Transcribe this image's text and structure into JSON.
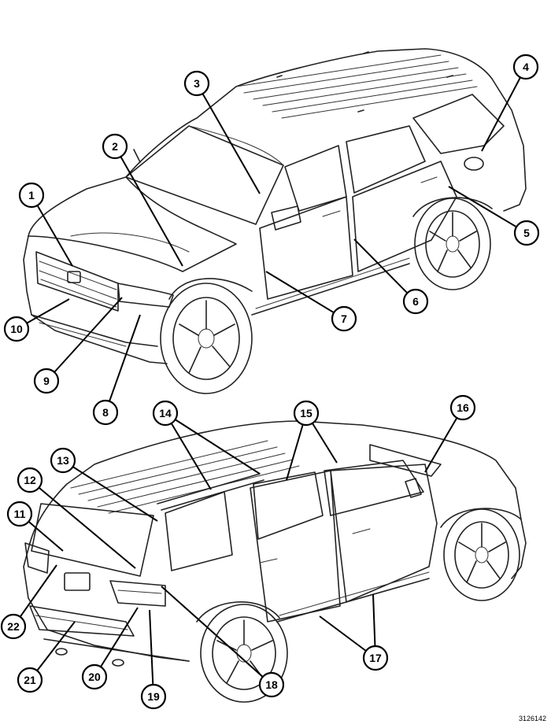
{
  "figure_id": "3126142",
  "callouts": [
    "1",
    "2",
    "3",
    "4",
    "5",
    "6",
    "7",
    "8",
    "9",
    "10",
    "11",
    "12",
    "13",
    "14",
    "15",
    "16",
    "17",
    "18",
    "19",
    "20",
    "21",
    "22"
  ]
}
